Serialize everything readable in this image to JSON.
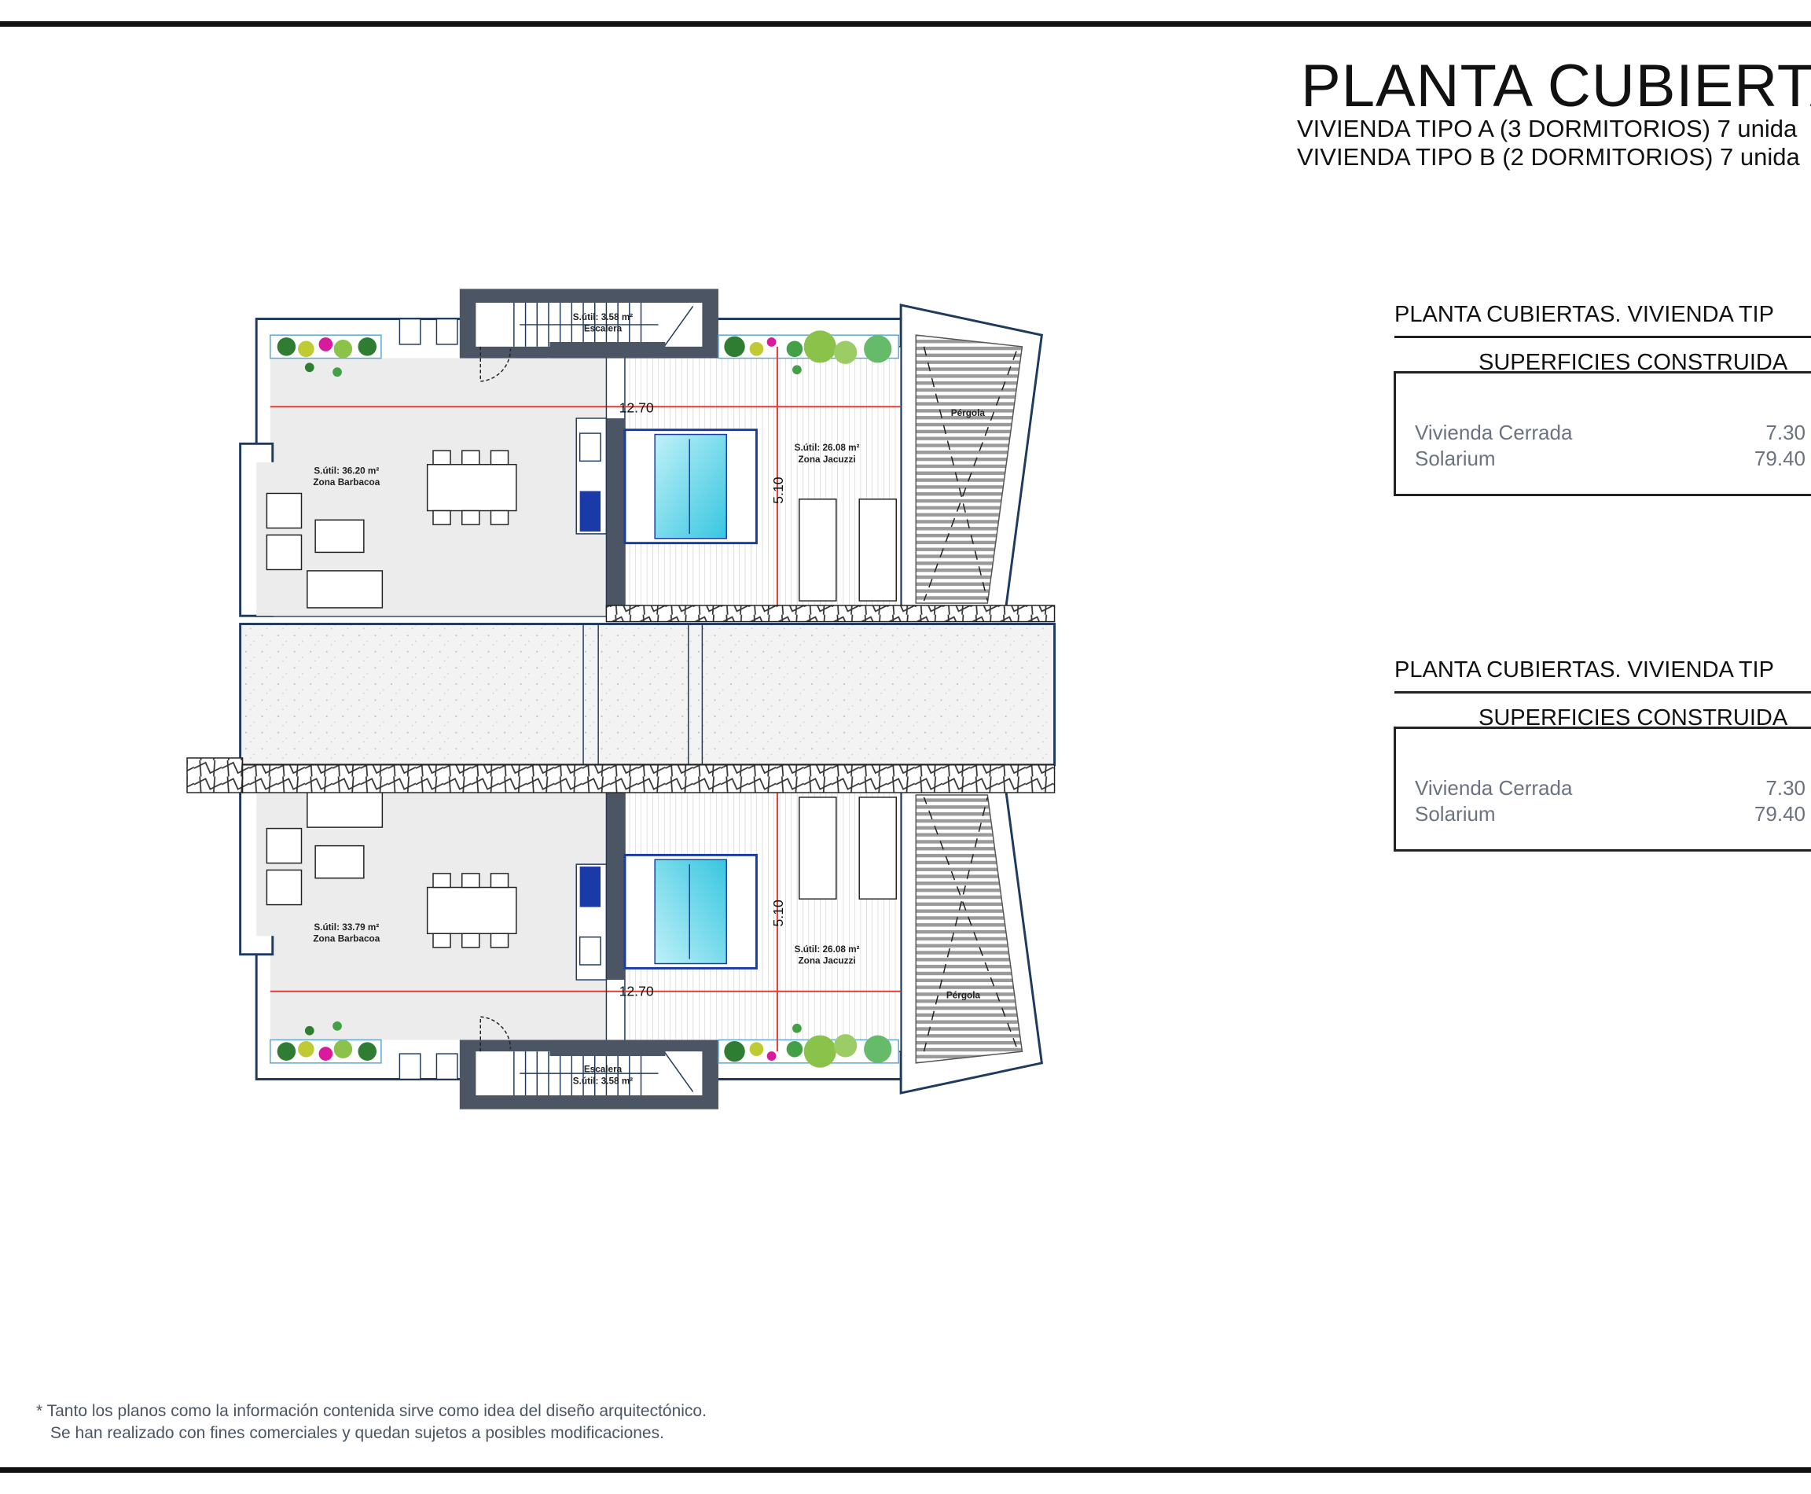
{
  "header": {
    "title": "PLANTA CUBIERTA",
    "subtitle_lines": [
      "VIVIENDA TIPO A (3 DORMITORIOS) 7 unida",
      "VIVIENDA TIPO B (2 DORMITORIOS) 7 unida"
    ]
  },
  "sections": [
    {
      "heading": "PLANTA CUBIERTAS. VIVIENDA TIP",
      "table_title": "SUPERFICIES CONSTRUIDA",
      "rows": [
        {
          "label": "Vivienda Cerrada",
          "value": "7.30"
        },
        {
          "label": "Solarium",
          "value": "79.40"
        }
      ]
    },
    {
      "heading": "PLANTA CUBIERTAS. VIVIENDA TIP",
      "table_title": "SUPERFICIES CONSTRUIDA",
      "rows": [
        {
          "label": "Vivienda Cerrada",
          "value": "7.30"
        },
        {
          "label": "Solarium",
          "value": "79.40"
        }
      ]
    }
  ],
  "plan": {
    "top": {
      "barbacoa_area": "S.útil: 36.20 m²",
      "barbacoa_name": "Zona Barbacoa",
      "jacuzzi_area": "S.útil: 26.08 m²",
      "jacuzzi_name": "Zona Jacuzzi",
      "escalera_area": "S.útil: 3.58 m²",
      "escalera_name": "Escalera",
      "pergola": "Pérgola",
      "dim_width": "12.70",
      "dim_depth": "5.10"
    },
    "bottom": {
      "barbacoa_area": "S.útil: 33.79 m²",
      "barbacoa_name": "Zona Barbacoa",
      "jacuzzi_area": "S.útil: 26.08 m²",
      "jacuzzi_name": "Zona Jacuzzi",
      "escalera_area": "S.útil: 3.58 m²",
      "escalera_name": "Escalera",
      "pergola": "Pérgola",
      "dim_width": "12.70",
      "dim_depth": "5.10"
    },
    "colors": {
      "wall": "#1f3a5f",
      "dark_block": "#4b5563",
      "floor_gray": "#ececec",
      "dimension": "#e53935",
      "water": "#5fd3e8",
      "planter_green": "#4caf50"
    }
  },
  "footer": {
    "lines": [
      "* Tanto los planos como la información contenida sirve como idea del diseño arquitectónico.",
      "Se han realizado con fines comerciales y quedan sujetos a posibles modificaciones."
    ]
  }
}
